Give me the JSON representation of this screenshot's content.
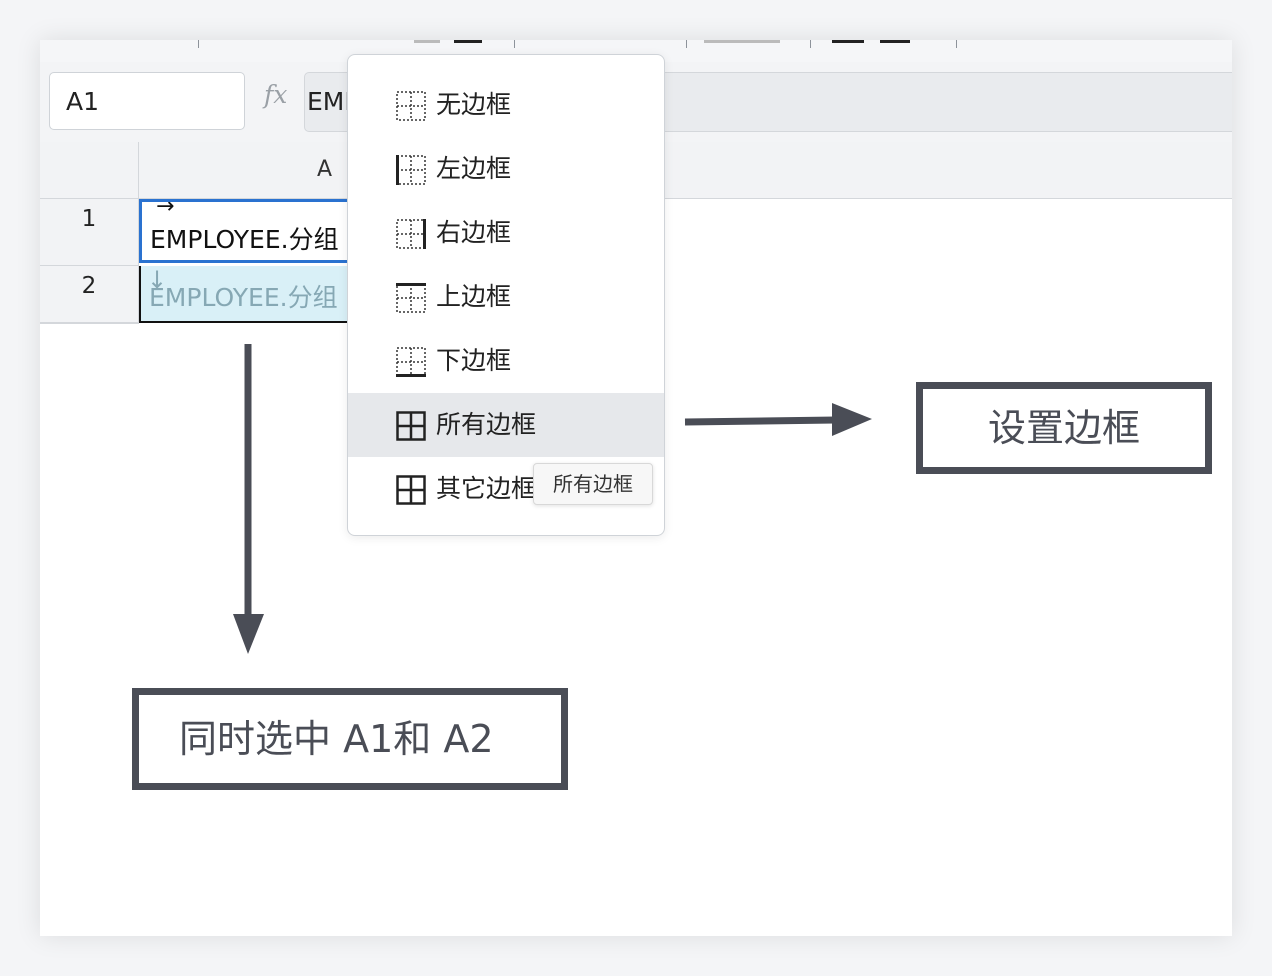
{
  "formula_bar": {
    "name_box_value": "A1",
    "fx_label": "fx",
    "formula_value": "EMPLOYEE.分组"
  },
  "grid": {
    "column_header": "A",
    "rows": [
      {
        "row_label": "1",
        "cell_arrow": "→",
        "cell_value": "EMPLOYEE.分组"
      },
      {
        "row_label": "2",
        "cell_arrow": "↓",
        "cell_value": "EMPLOYEE.分组"
      }
    ]
  },
  "border_menu": {
    "items": [
      {
        "label": "无边框",
        "icon": "no-border-icon"
      },
      {
        "label": "左边框",
        "icon": "left-border-icon"
      },
      {
        "label": "右边框",
        "icon": "right-border-icon"
      },
      {
        "label": "上边框",
        "icon": "top-border-icon"
      },
      {
        "label": "下边框",
        "icon": "bottom-border-icon"
      },
      {
        "label": "所有边框",
        "icon": "all-borders-icon",
        "active": true
      },
      {
        "label": "其它边框",
        "icon": "other-borders-icon"
      }
    ],
    "tooltip": "所有边框"
  },
  "annotations": {
    "set_border": "设置边框",
    "select_cells": "同时选中 A1和 A2"
  },
  "colors": {
    "selection_border": "#2a72d0",
    "selection_fill": "#d9f0f7",
    "annotation": "#4a4d56",
    "menu_active": "#e6e8eb"
  }
}
